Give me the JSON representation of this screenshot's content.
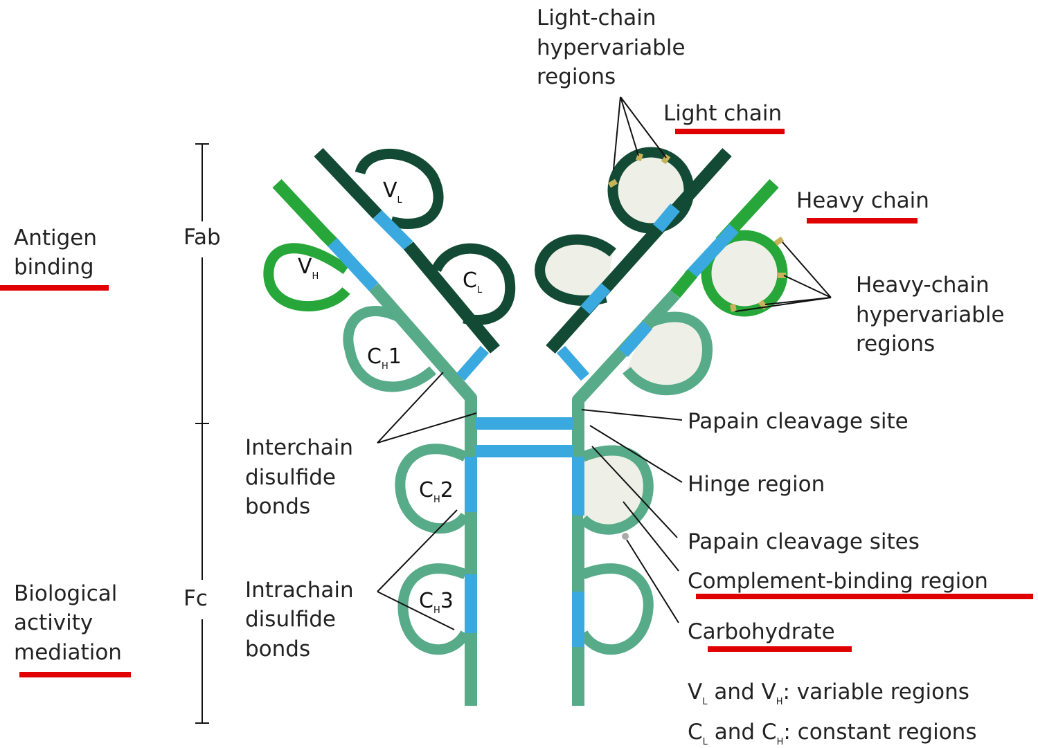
{
  "labels": {
    "light_hv": [
      "Light-chain",
      "hypervariable",
      "regions"
    ],
    "light_chain": "Light chain",
    "heavy_chain": "Heavy chain",
    "heavy_hv": [
      "Heavy-chain",
      "hypervariable",
      "regions"
    ],
    "antigen": [
      "Antigen",
      "binding"
    ],
    "bio": [
      "Biological",
      "activity",
      "mediation"
    ],
    "fab": "Fab",
    "fc": "Fc",
    "interchain": [
      "Interchain",
      "disulfide",
      "bonds"
    ],
    "intrachain": [
      "Intrachain",
      "disulfide",
      "bonds"
    ],
    "papain_site": "Papain cleavage site",
    "hinge": "Hinge region",
    "papain_sites": "Papain cleavage sites",
    "complement": "Complement-binding region",
    "carbohydrate": "Carbohydrate"
  },
  "domains": {
    "vl": {
      "main": "V",
      "sub": "L"
    },
    "cl": {
      "main": "C",
      "sub": "L"
    },
    "vh": {
      "main": "V",
      "sub": "H"
    },
    "ch1": {
      "main": "C",
      "sub": "H",
      "num": "1"
    },
    "ch2": {
      "main": "C",
      "sub": "H",
      "num": "2"
    },
    "ch3": {
      "main": "C",
      "sub": "H",
      "num": "3"
    }
  },
  "legend": {
    "line1": {
      "a": "V",
      "a_sub": "L",
      "mid": " and V",
      "b_sub": "H",
      "rest": ": variable regions"
    },
    "line2": {
      "a": "C",
      "a_sub": "L",
      "mid": " and C",
      "b_sub": "H",
      "rest": ": constant regions"
    }
  },
  "colors": {
    "light_chain": "#134a35",
    "heavy_variable": "#27a739",
    "heavy_constant": "#58ab89",
    "disulfide": "#3aa9e0",
    "hypervariable": "#c8b35a",
    "domain_fill": "#eef0e8",
    "underline": "#e00000"
  }
}
